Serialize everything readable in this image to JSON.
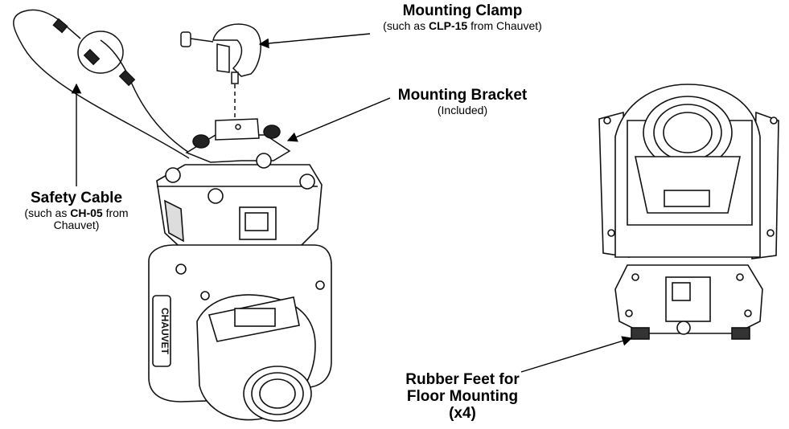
{
  "labels": {
    "mounting_clamp": {
      "title": "Mounting Clamp",
      "sub_prefix": "(such as ",
      "sub_model": "CLP-15",
      "sub_suffix": " from Chauvet)"
    },
    "mounting_bracket": {
      "title": "Mounting Bracket",
      "sub": "(Included)"
    },
    "safety_cable": {
      "title": "Safety Cable",
      "sub_prefix": "(such as ",
      "sub_model": "CH-05",
      "sub_suffix": " from",
      "sub_line2": "Chauvet)"
    },
    "rubber_feet": {
      "line1": "Rubber Feet for",
      "line2": "Floor Mounting",
      "line3": "(x4)"
    }
  },
  "brand_text": "CHAUVET"
}
